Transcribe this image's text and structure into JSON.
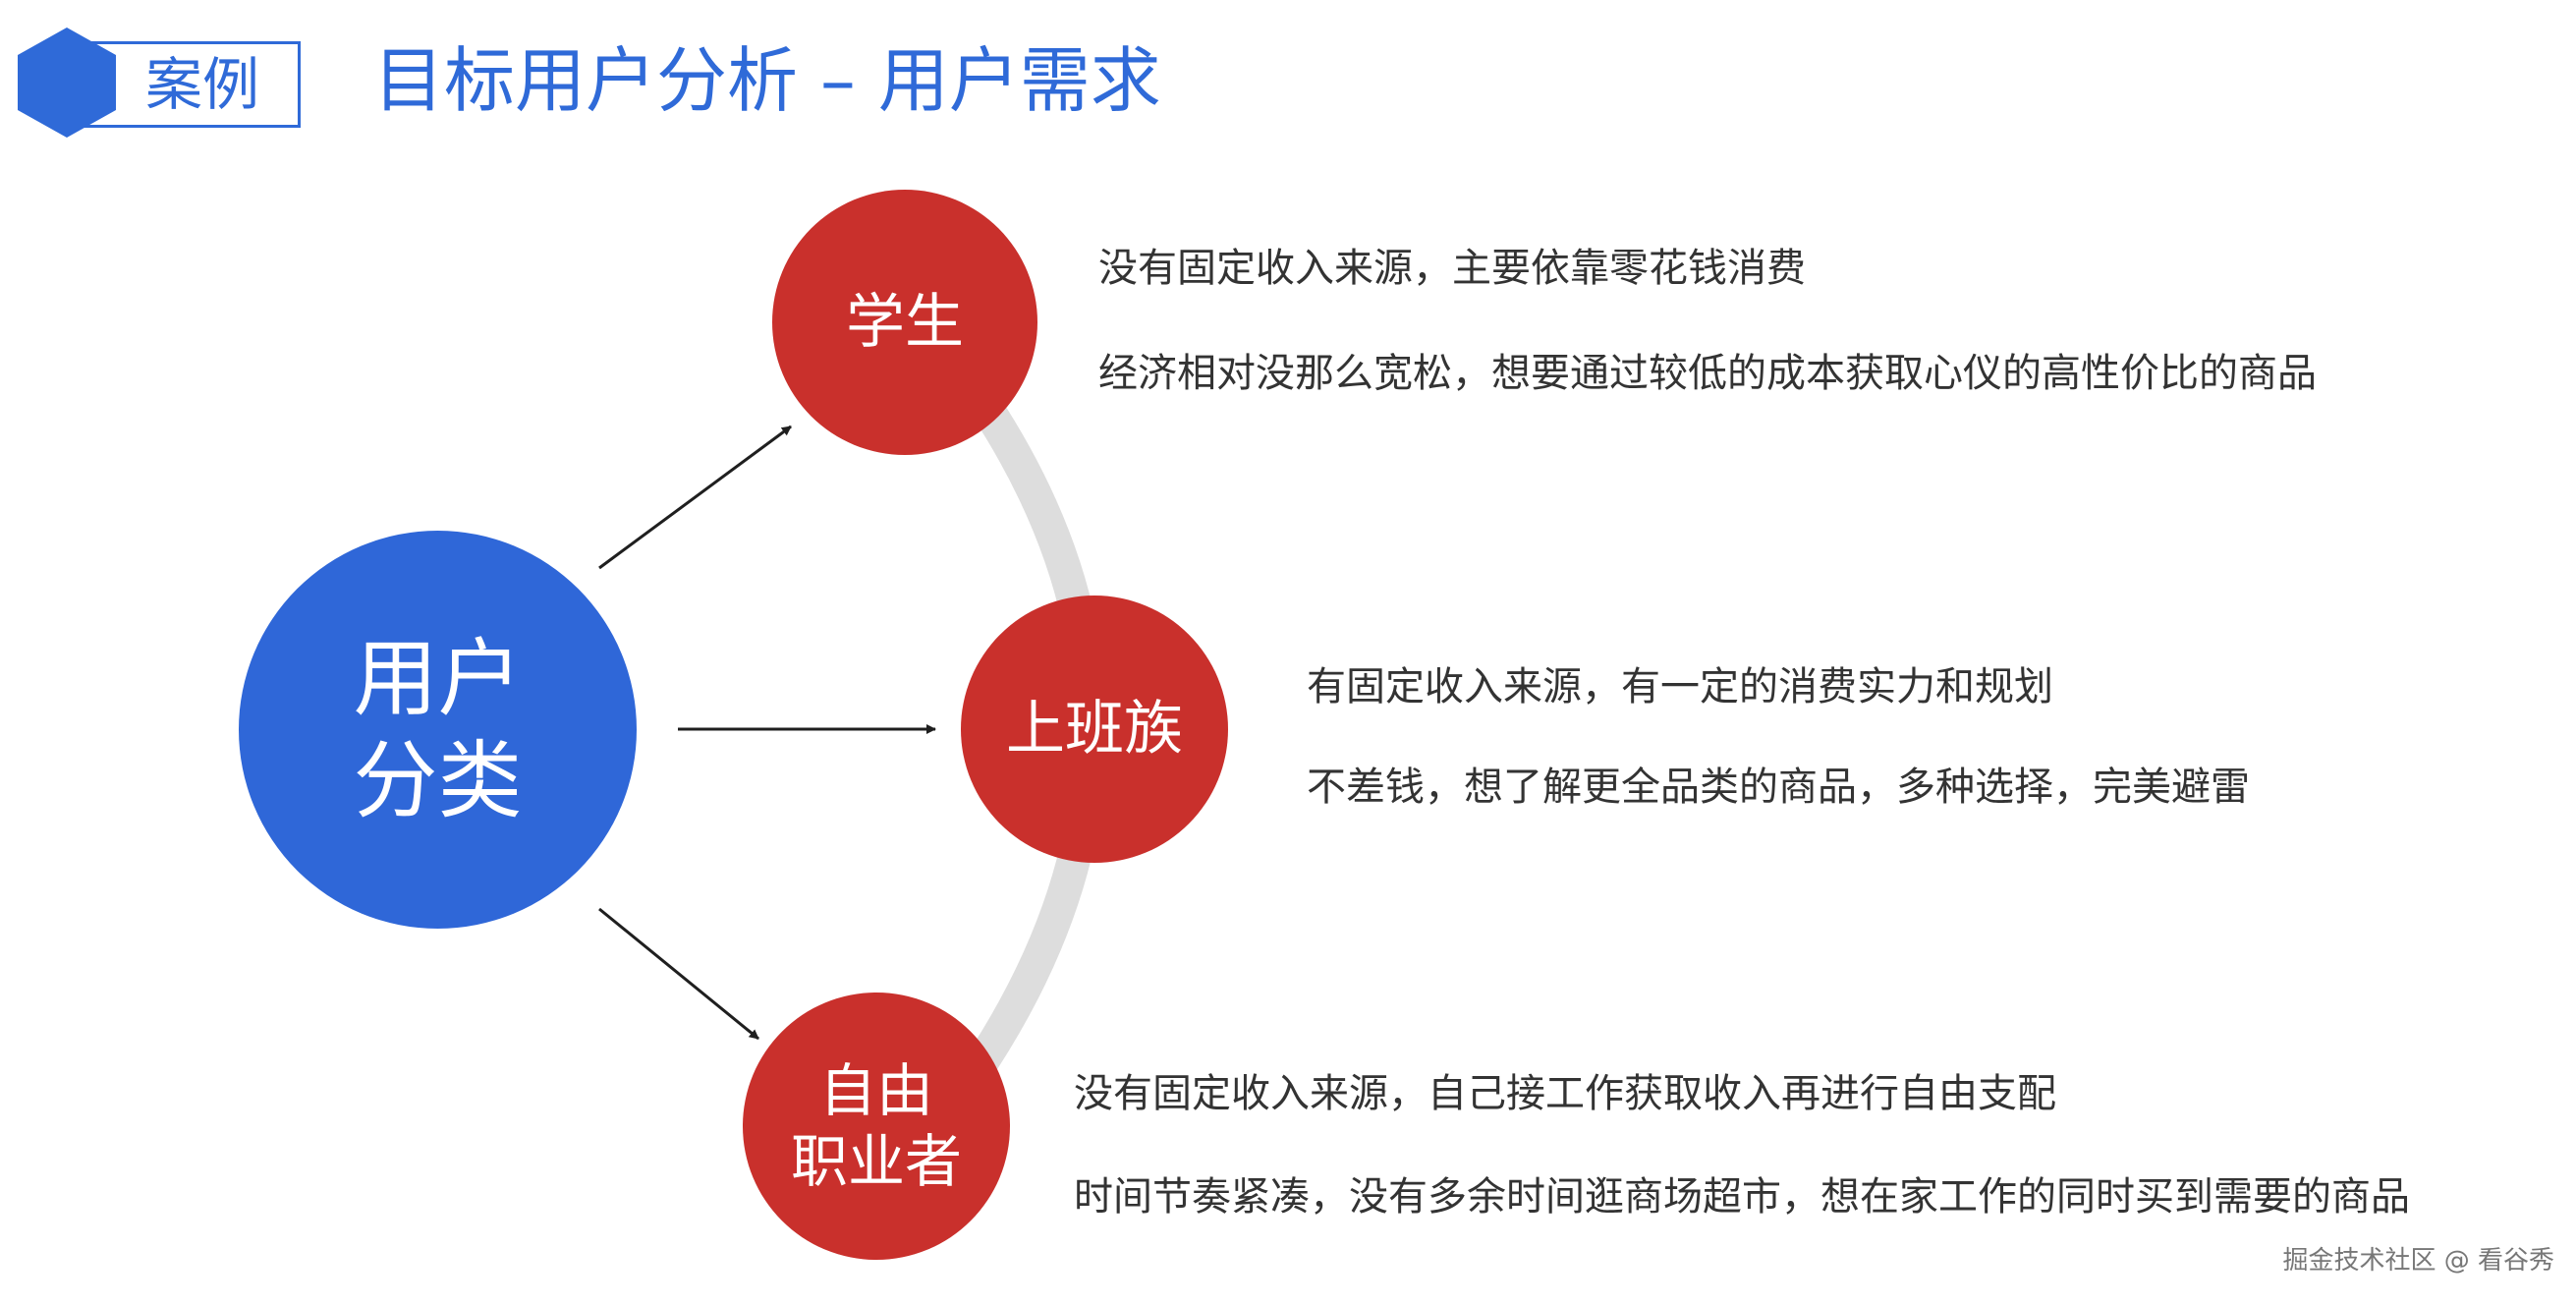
{
  "header": {
    "tag_label": "案例",
    "title": "目标用户分析 – 用户需求"
  },
  "diagram": {
    "center": {
      "line1": "用户",
      "line2": "分类"
    },
    "groups": [
      {
        "label": "学生",
        "points": [
          "没有固定收入来源，主要依靠零花钱消费",
          "经济相对没那么宽松，想要通过较低的成本获取心仪的高性价比的商品"
        ]
      },
      {
        "label": "上班族",
        "points": [
          "有固定收入来源，有一定的消费实力和规划",
          "不差钱，想了解更全品类的商品，多种选择，完美避雷"
        ]
      },
      {
        "label_line1": "自由",
        "label_line2": "职业者",
        "points": [
          "没有固定收入来源，自己接工作获取收入再进行自由支配",
          "时间节奏紧凑，没有多余时间逛商场超市，想在家工作的同时买到需要的商品"
        ]
      }
    ]
  },
  "watermark": "掘金技术社区 @ 看谷秀",
  "colors": {
    "primary_blue": "#2f6ad8",
    "accent_red": "#c9302c",
    "arc_gray": "#dddddd",
    "text": "#333333"
  }
}
